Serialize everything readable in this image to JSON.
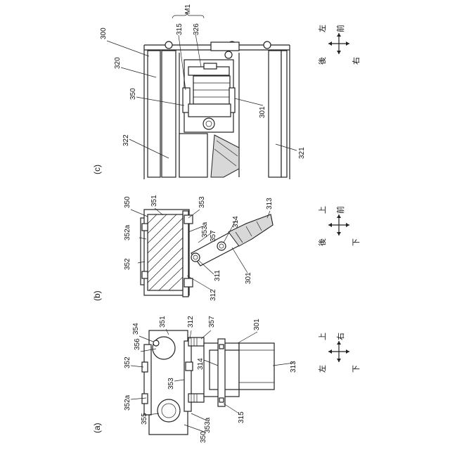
{
  "panels": {
    "a": {
      "caption": "(a)",
      "labels": {
        "l351": "351",
        "l312": "312",
        "l357": "357",
        "l301": "301",
        "l354": "354",
        "l356": "356",
        "l352": "352",
        "l314": "314",
        "l313": "313",
        "l353": "353",
        "l352a": "352a",
        "l355": "355",
        "l350": "350",
        "l353a": "353a",
        "l315": "315"
      },
      "directions": {
        "up": "上",
        "left": "左",
        "right": "右",
        "down": "下"
      }
    },
    "b": {
      "caption": "(b)",
      "labels": {
        "l350": "350",
        "l351": "351",
        "l353": "353",
        "l352a": "352a",
        "l353a": "353a",
        "l357": "357",
        "l314": "314",
        "l313": "313",
        "l352": "352",
        "l311": "311",
        "l301": "301",
        "l312": "312"
      },
      "directions": {
        "up": "上",
        "back": "後",
        "front": "前",
        "down": "下"
      }
    },
    "c": {
      "caption": "(c)",
      "labels": {
        "l300": "300",
        "l320": "320",
        "l315": "315",
        "l326": "326",
        "lM1": "M1",
        "l350": "350",
        "l301": "301",
        "l322": "322",
        "l321": "321"
      },
      "directions": {
        "left": "左",
        "front": "前",
        "back": "後",
        "right": "右"
      }
    }
  }
}
